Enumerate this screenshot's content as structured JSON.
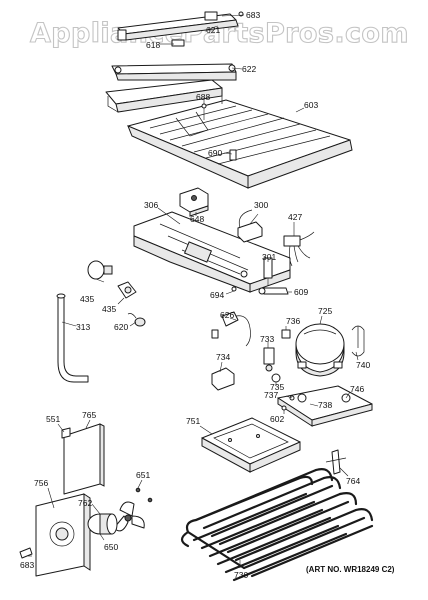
{
  "watermark": "AppliancePartsPros.com",
  "art_number": "(ART NO. WR18249 C2)",
  "callouts": {
    "p683_top": "683",
    "p621": "621",
    "p618": "618",
    "p622": "622",
    "p688": "688",
    "p603": "603",
    "p690": "690",
    "p306": "306",
    "p300": "300",
    "p648": "648",
    "p427": "427",
    "p301": "301",
    "p694": "694",
    "p609": "609",
    "p435a": "435",
    "p435b": "435",
    "p313": "313",
    "p620": "620",
    "p626": "626",
    "p725": "725",
    "p736": "736",
    "p733": "733",
    "p740": "740",
    "p734": "734",
    "p735": "735",
    "p746": "746",
    "p737": "737",
    "p738": "738",
    "p602": "602",
    "p551": "551",
    "p765": "765",
    "p751": "751",
    "p651": "651",
    "p764": "764",
    "p756": "756",
    "p762": "762",
    "p650": "650",
    "p683_bottom": "683",
    "p730": "730"
  }
}
